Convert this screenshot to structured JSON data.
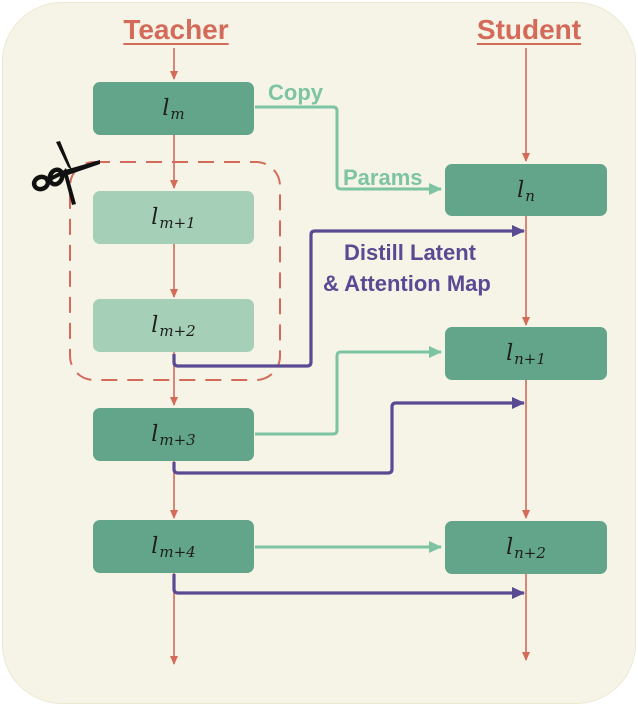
{
  "headers": {
    "teacher": "Teacher",
    "student": "Student"
  },
  "teacher_layers": [
    {
      "var": "l",
      "sub": "m",
      "style": "dark"
    },
    {
      "var": "l",
      "sub": "m+1",
      "style": "light"
    },
    {
      "var": "l",
      "sub": "m+2",
      "style": "light"
    },
    {
      "var": "l",
      "sub": "m+3",
      "style": "dark"
    },
    {
      "var": "l",
      "sub": "m+4",
      "style": "dark"
    }
  ],
  "student_layers": [
    {
      "var": "l",
      "sub": "n",
      "style": "dark"
    },
    {
      "var": "l",
      "sub": "n+1",
      "style": "dark"
    },
    {
      "var": "l",
      "sub": "n+2",
      "style": "dark"
    }
  ],
  "labels": {
    "copy": "Copy",
    "params": "Params",
    "distill_line1": "Distill Latent",
    "distill_line2": "& Attention Map"
  },
  "colors": {
    "panel": "#f6f4e6",
    "header": "#d46a5a",
    "spine": "#d46a5a",
    "dark_box": "#63a58a",
    "light_box": "#a5cfb7",
    "copy_arrow": "#7cc4a4",
    "distill_arrow": "#5a4a93",
    "prune_region": "#d46a5a"
  },
  "icons": {
    "prune": "scissors-icon"
  }
}
